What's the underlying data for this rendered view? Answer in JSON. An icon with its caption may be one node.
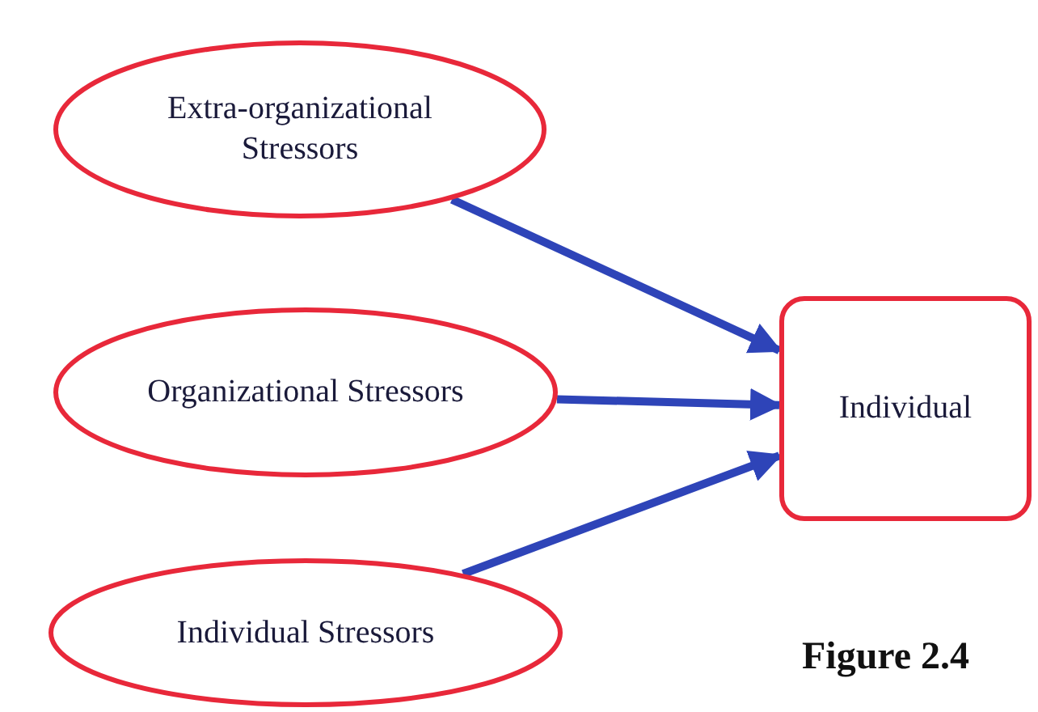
{
  "diagram": {
    "nodes": [
      {
        "text": [
          "Extra-organizational Stressors"
        ]
      },
      {
        "text": [
          "Organizational Stressors"
        ]
      },
      {
        "text": [
          "Individual Stressors"
        ]
      },
      {
        "text": [
          "Individual"
        ]
      }
    ],
    "edges": [
      {
        "from": 0,
        "to": 3,
        "arrow": "to"
      },
      {
        "from": 1,
        "to": 3,
        "arrow": "to"
      },
      {
        "from": 2,
        "to": 3,
        "arrow": "to"
      }
    ],
    "labels": [
      "Figure 2.4"
    ]
  }
}
